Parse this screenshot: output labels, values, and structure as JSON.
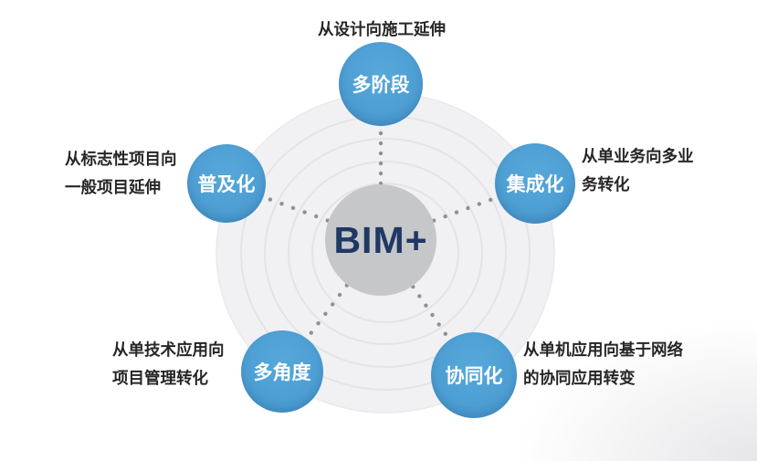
{
  "figure": {
    "center": {
      "label": "BIM+"
    },
    "nodes": [
      {
        "name": "multi-stage",
        "label": "多阶段",
        "description": [
          "从设计向施工延伸"
        ]
      },
      {
        "name": "popularization",
        "label": "普及化",
        "description": [
          "从标志性项目向",
          "一般项目延伸"
        ]
      },
      {
        "name": "integration",
        "label": "集成化",
        "description": [
          "从单业务向多业",
          "务转化"
        ]
      },
      {
        "name": "multi-angle",
        "label": "多角度",
        "description": [
          "从单技术应用向",
          "项目管理转化"
        ]
      },
      {
        "name": "collaboration",
        "label": "协同化",
        "description": [
          "从单机应用向基于网络",
          "的协同应用转变"
        ]
      }
    ],
    "colors": {
      "node_blue": "#4a9bd1",
      "node_blue_light": "#57a8da",
      "center_gray": "#c6c7c9",
      "center_text": "#1f3864",
      "desc_text": "#262626",
      "dot": "#8f9094",
      "ring_fill": "#f1f1f4",
      "ring_stroke": "#e3e3e8"
    }
  }
}
